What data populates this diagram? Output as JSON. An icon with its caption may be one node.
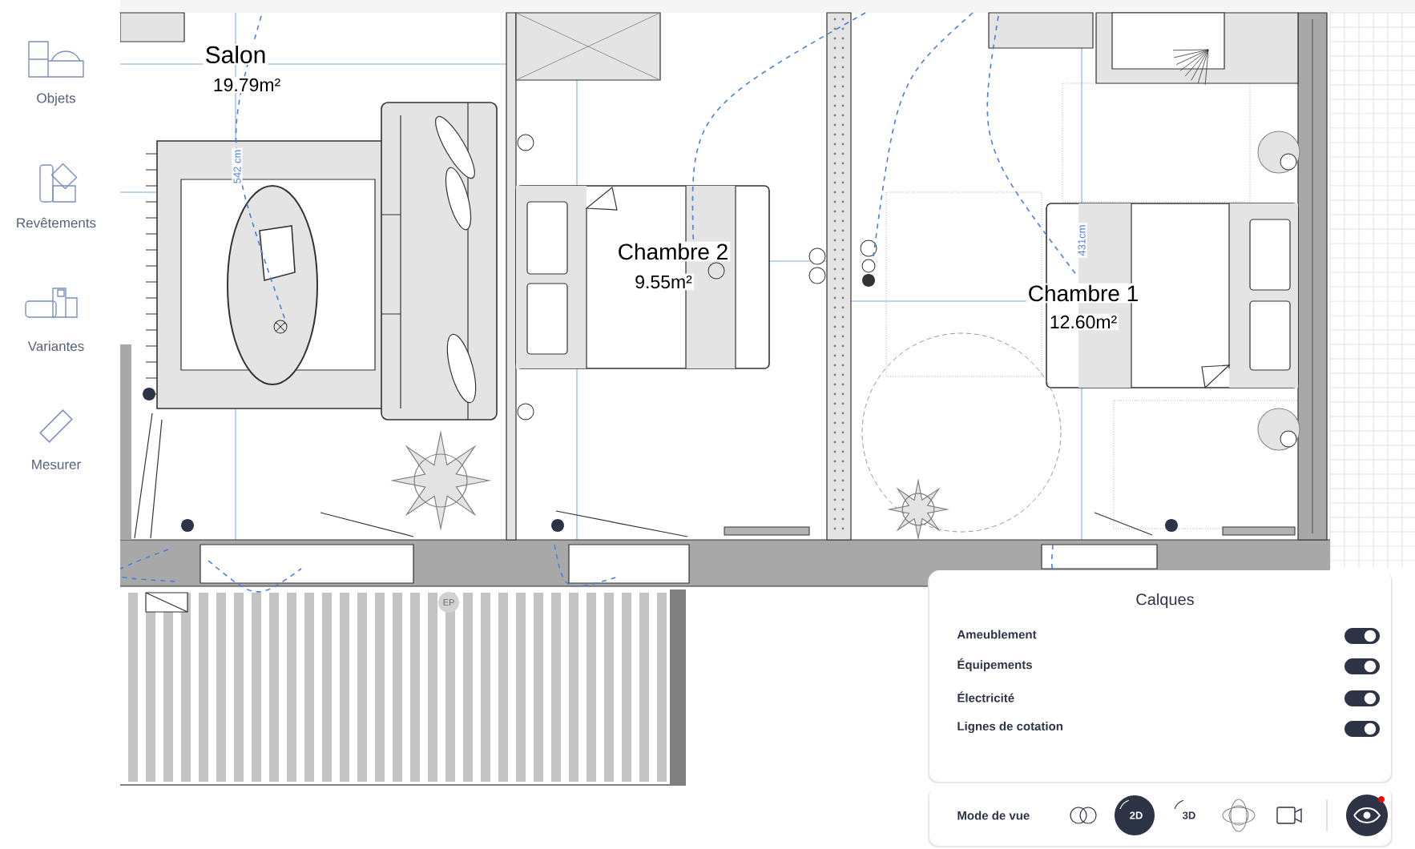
{
  "diagram": {
    "labels": [
      "Objets",
      "Revêtements",
      "Variantes",
      "Mesurer",
      "Salon",
      "19.79m²",
      "542 cm",
      "Chambre 2",
      "9.55m²",
      "Chambre 1",
      "12.60m²",
      "431cm",
      "EP",
      "Calques",
      "Ameublement",
      "Équipements",
      "Électricité",
      "Lignes de cotation",
      "Mode de vue",
      "2D",
      "3D"
    ]
  }
}
